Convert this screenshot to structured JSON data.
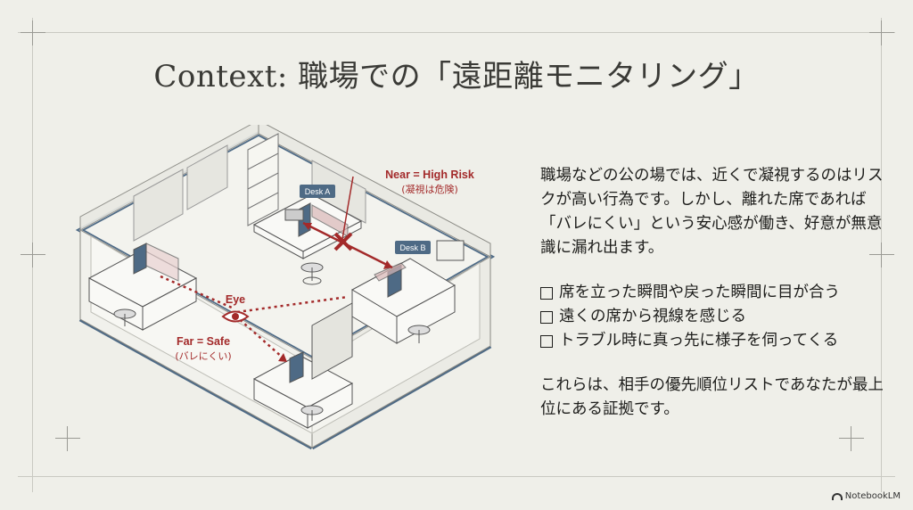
{
  "title": "Context: 職場での「遠距離モニタリング」",
  "diagram": {
    "near_label": "Near = High Risk",
    "near_sub": "(凝視は危険)",
    "far_label": "Far = Safe",
    "far_sub": "(バレにくい)",
    "eye_label": "Eye",
    "desk_a": "Desk A",
    "desk_b": "Desk B",
    "risk_color": "#a32a2a",
    "desk_tag_color": "#4e6a85"
  },
  "text": {
    "paragraph": "職場などの公の場では、近くで凝視するのはリスクが高い行為です。しかし、離れた席であれば「バレにくい」という安心感が働き、好意が無意識に漏れ出ます。",
    "checklist": [
      "席を立った瞬間や戻った瞬間に目が合う",
      "遠くの席から視線を感じる",
      "トラブル時に真っ先に様子を伺ってくる"
    ],
    "closing": "これらは、相手の優先順位リストであなたが最上位にある証拠です。"
  },
  "brand": "NotebookLM"
}
